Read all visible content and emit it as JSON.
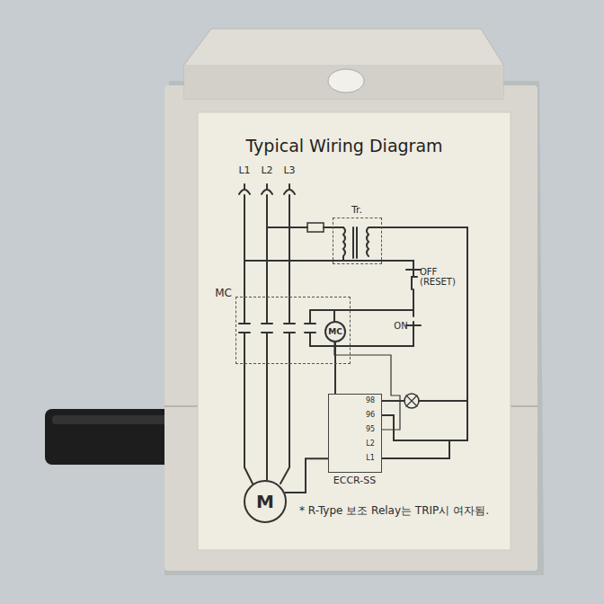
{
  "diagram": {
    "title": "Typical Wiring Diagram",
    "nodes": [
      {
        "text": [
          "Tr."
        ]
      },
      {
        "text": [
          "MC"
        ]
      },
      {
        "text": [
          "MC"
        ],
        "in": 1
      },
      {
        "text": [
          "ECCR-SS"
        ]
      },
      {
        "text": [
          "M"
        ]
      }
    ],
    "edges": [
      {
        "from": 2,
        "to": 3,
        "arrow": "none"
      },
      {
        "from": 3,
        "to": 4,
        "arrow": "none"
      }
    ],
    "labels": [
      "L1",
      "L2",
      "L3",
      "OFF (RESET)",
      "ON",
      "98",
      "96",
      "95",
      "L2",
      "L1",
      "* R-Type 보조 Relay는 TRIP시 여자됨."
    ]
  }
}
